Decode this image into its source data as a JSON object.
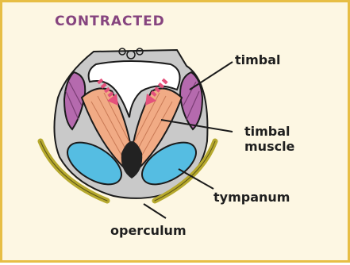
{
  "diagram": {
    "title": "CONTRACTED",
    "labels": {
      "timbal": "timbal",
      "timbal_muscle_line1": "timbal",
      "timbal_muscle_line2": "muscle",
      "tympanum": "tympanum",
      "operculum": "operculum"
    },
    "colors": {
      "background": "#fdf7e3",
      "border": "#e7be45",
      "title": "#86447f",
      "timbal": "#b56aae",
      "muscle": "#f1ab85",
      "tympanum": "#55bde2",
      "operculum": "#b6a92e",
      "body_shell": "#c9c9c9",
      "arrow": "#e4517c"
    }
  }
}
